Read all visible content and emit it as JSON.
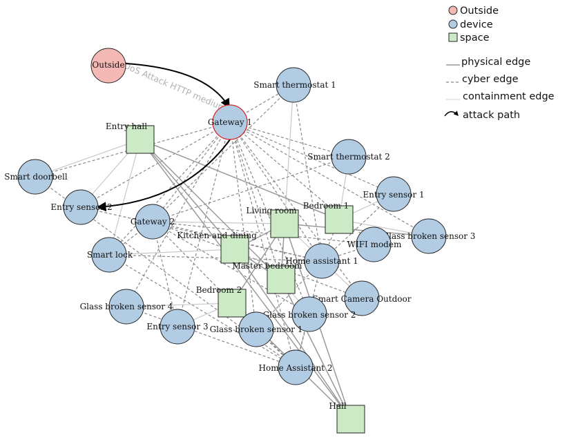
{
  "colors": {
    "outside_fill": "#f4b8b5",
    "device_fill": "#b2cce4",
    "space_fill": "#cdeac6",
    "node_stroke": "#222222",
    "gateway_stroke": "#d62728",
    "physical_edge": "#999999",
    "cyber_edge": "#888888",
    "containment_edge": "#c8c8c8",
    "attack_path": "#000000"
  },
  "legend": {
    "outside": "Outside",
    "device": "device",
    "space": "space",
    "physical_edge": "physical edge",
    "cyber_edge": "cyber edge",
    "containment_edge": "containment edge",
    "attack_path": "attack path"
  },
  "attack_label": "DoS Attack HTTP medium",
  "nodes": {
    "outside": {
      "label": "Outside",
      "type": "outside"
    },
    "gateway1": {
      "label": "Gateway 1",
      "type": "device"
    },
    "thermostat1": {
      "label": "Smart thermostat 1",
      "type": "device"
    },
    "thermostat2": {
      "label": "Smart thermostat 2",
      "type": "device"
    },
    "entry_hall": {
      "label": "Entry hall",
      "type": "space"
    },
    "doorbell": {
      "label": "Smart doorbell",
      "type": "device"
    },
    "entry_sensor2": {
      "label": "Entry sensor 2",
      "type": "device"
    },
    "entry_sensor1": {
      "label": "Entry sensor 1",
      "type": "device"
    },
    "gateway2": {
      "label": "Gateway 2",
      "type": "device"
    },
    "living_room": {
      "label": "Living room",
      "type": "space"
    },
    "bedroom1": {
      "label": "Bedroom 1",
      "type": "space"
    },
    "glass3": {
      "label": "Glass broken sensor 3",
      "type": "device"
    },
    "wifi": {
      "label": "WIFI modem",
      "type": "device"
    },
    "kitchen": {
      "label": "Kitchen and dining",
      "type": "space"
    },
    "smart_lock": {
      "label": "Smart lock",
      "type": "device"
    },
    "ha1": {
      "label": "Home assistant 1",
      "type": "device"
    },
    "master_bedroom": {
      "label": "Master bedroom",
      "type": "space"
    },
    "camera": {
      "label": "Smart Camera Outdoor",
      "type": "device"
    },
    "glass4": {
      "label": "Glass broken sensor 4",
      "type": "device"
    },
    "bedroom2": {
      "label": "Bedroom 2",
      "type": "space"
    },
    "glass2": {
      "label": "Glass broken sensor 2",
      "type": "device"
    },
    "entry_sensor3": {
      "label": "Entry sensor 3",
      "type": "device"
    },
    "glass1": {
      "label": "Glass broken sensor 1",
      "type": "device"
    },
    "ha2": {
      "label": "Home Assistant 2",
      "type": "device"
    },
    "hall": {
      "label": "Hall",
      "type": "space"
    }
  },
  "edges": [
    {
      "from": "gateway1",
      "to": "thermostat1",
      "kind": "cyber"
    },
    {
      "from": "gateway1",
      "to": "thermostat2",
      "kind": "cyber"
    },
    {
      "from": "gateway1",
      "to": "entry_sensor1",
      "kind": "cyber"
    },
    {
      "from": "gateway1",
      "to": "glass3",
      "kind": "cyber"
    },
    {
      "from": "gateway1",
      "to": "wifi",
      "kind": "cyber"
    },
    {
      "from": "gateway1",
      "to": "ha1",
      "kind": "cyber"
    },
    {
      "from": "gateway1",
      "to": "camera",
      "kind": "cyber"
    },
    {
      "from": "gateway1",
      "to": "glass2",
      "kind": "cyber"
    },
    {
      "from": "gateway1",
      "to": "glass1",
      "kind": "cyber"
    },
    {
      "from": "gateway1",
      "to": "ha2",
      "kind": "cyber"
    },
    {
      "from": "gateway1",
      "to": "entry_sensor3",
      "kind": "cyber"
    },
    {
      "from": "gateway1",
      "to": "glass4",
      "kind": "cyber"
    },
    {
      "from": "gateway1",
      "to": "smart_lock",
      "kind": "cyber"
    },
    {
      "from": "gateway1",
      "to": "gateway2",
      "kind": "cyber"
    },
    {
      "from": "gateway1",
      "to": "entry_sensor2",
      "kind": "cyber"
    },
    {
      "from": "gateway1",
      "to": "doorbell",
      "kind": "cyber"
    },
    {
      "from": "gateway1",
      "to": "master_bedroom",
      "kind": "cyber"
    },
    {
      "from": "thermostat1",
      "to": "gateway2",
      "kind": "cyber"
    },
    {
      "from": "thermostat1",
      "to": "ha1",
      "kind": "cyber"
    },
    {
      "from": "thermostat1",
      "to": "living_room",
      "kind": "containment"
    },
    {
      "from": "thermostat2",
      "to": "bedroom1",
      "kind": "containment"
    },
    {
      "from": "thermostat2",
      "to": "gateway2",
      "kind": "cyber"
    },
    {
      "from": "entry_sensor1",
      "to": "bedroom1",
      "kind": "containment"
    },
    {
      "from": "glass3",
      "to": "bedroom1",
      "kind": "containment"
    },
    {
      "from": "glass3",
      "to": "living_room",
      "kind": "physical"
    },
    {
      "from": "wifi",
      "to": "gateway2",
      "kind": "cyber"
    },
    {
      "from": "wifi",
      "to": "ha1",
      "kind": "cyber"
    },
    {
      "from": "gateway2",
      "to": "ha1",
      "kind": "cyber"
    },
    {
      "from": "gateway2",
      "to": "ha2",
      "kind": "cyber"
    },
    {
      "from": "gateway2",
      "to": "glass2",
      "kind": "cyber"
    },
    {
      "from": "gateway2",
      "to": "camera",
      "kind": "cyber"
    },
    {
      "from": "gateway2",
      "to": "entry_sensor3",
      "kind": "cyber"
    },
    {
      "from": "gateway2",
      "to": "living_room",
      "kind": "containment"
    },
    {
      "from": "gateway2",
      "to": "smart_lock",
      "kind": "cyber"
    },
    {
      "from": "entry_hall",
      "to": "doorbell",
      "kind": "containment"
    },
    {
      "from": "entry_hall",
      "to": "entry_sensor2",
      "kind": "containment"
    },
    {
      "from": "entry_hall",
      "to": "smart_lock",
      "kind": "containment"
    },
    {
      "from": "entry_hall",
      "to": "bedroom1",
      "kind": "physical"
    },
    {
      "from": "entry_hall",
      "to": "kitchen",
      "kind": "physical"
    },
    {
      "from": "entry_hall",
      "to": "hall",
      "kind": "physical"
    },
    {
      "from": "entry_hall",
      "to": "master_bedroom",
      "kind": "physical"
    },
    {
      "from": "doorbell",
      "to": "ha2",
      "kind": "cyber"
    },
    {
      "from": "entry_sensor2",
      "to": "ha1",
      "kind": "cyber"
    },
    {
      "from": "smart_lock",
      "to": "ha1",
      "kind": "cyber"
    },
    {
      "from": "smart_lock",
      "to": "kitchen",
      "kind": "containment"
    },
    {
      "from": "smart_lock",
      "to": "ha2",
      "kind": "cyber"
    },
    {
      "from": "kitchen",
      "to": "living_room",
      "kind": "physical"
    },
    {
      "from": "kitchen",
      "to": "master_bedroom",
      "kind": "physical"
    },
    {
      "from": "kitchen",
      "to": "hall",
      "kind": "physical"
    },
    {
      "from": "living_room",
      "to": "master_bedroom",
      "kind": "physical"
    },
    {
      "from": "living_room",
      "to": "bedroom2",
      "kind": "physical"
    },
    {
      "from": "living_room",
      "to": "hall",
      "kind": "physical"
    },
    {
      "from": "living_room",
      "to": "camera",
      "kind": "containment"
    },
    {
      "from": "master_bedroom",
      "to": "glass2",
      "kind": "containment"
    },
    {
      "from": "master_bedroom",
      "to": "hall",
      "kind": "physical"
    },
    {
      "from": "bedroom2",
      "to": "glass4",
      "kind": "containment"
    },
    {
      "from": "bedroom2",
      "to": "entry_sensor3",
      "kind": "containment"
    },
    {
      "from": "bedroom2",
      "to": "hall",
      "kind": "physical"
    },
    {
      "from": "bedroom2",
      "to": "glass1",
      "kind": "containment"
    },
    {
      "from": "glass1",
      "to": "ha2",
      "kind": "cyber"
    },
    {
      "from": "glass4",
      "to": "ha2",
      "kind": "cyber"
    },
    {
      "from": "glass2",
      "to": "ha2",
      "kind": "cyber"
    },
    {
      "from": "ha1",
      "to": "ha2",
      "kind": "cyber"
    },
    {
      "from": "ha1",
      "to": "glass1",
      "kind": "cyber"
    },
    {
      "from": "bedroom1",
      "to": "ha1",
      "kind": "cyber"
    },
    {
      "from": "entry_sensor1",
      "to": "ha1",
      "kind": "cyber"
    }
  ],
  "attack_path": [
    {
      "from": "outside",
      "to": "gateway1"
    },
    {
      "from": "gateway1",
      "to": "entry_sensor2"
    }
  ]
}
